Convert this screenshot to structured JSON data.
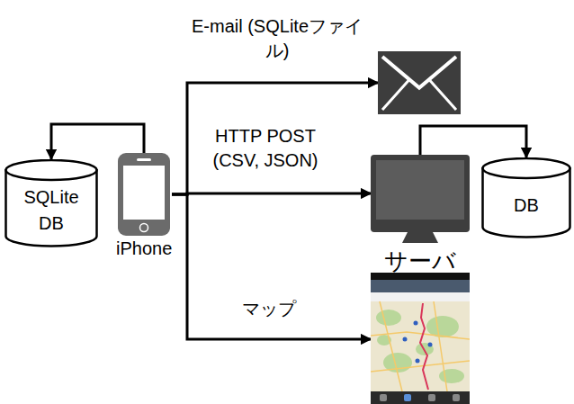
{
  "diagram": {
    "nodes": [
      {
        "text": [
          "SQLite DB"
        ]
      },
      {
        "text": [
          "iPhone"
        ]
      },
      {
        "text": []
      },
      {
        "text": [
          "サーバ"
        ]
      },
      {
        "text": [
          "DB"
        ]
      },
      {
        "text": []
      }
    ],
    "edges": [
      {
        "from": 1,
        "to": 0,
        "arrow": "to"
      },
      {
        "from": 1,
        "to": 2,
        "label": "E-mail (SQLiteファイル)",
        "arrow": "to"
      },
      {
        "from": 1,
        "to": 3,
        "label": "HTTP POST (CSV, JSON)",
        "arrow": "to"
      },
      {
        "from": 3,
        "to": 4,
        "arrow": "to"
      },
      {
        "from": 1,
        "to": 5,
        "label": "マップ",
        "arrow": "to"
      }
    ]
  }
}
